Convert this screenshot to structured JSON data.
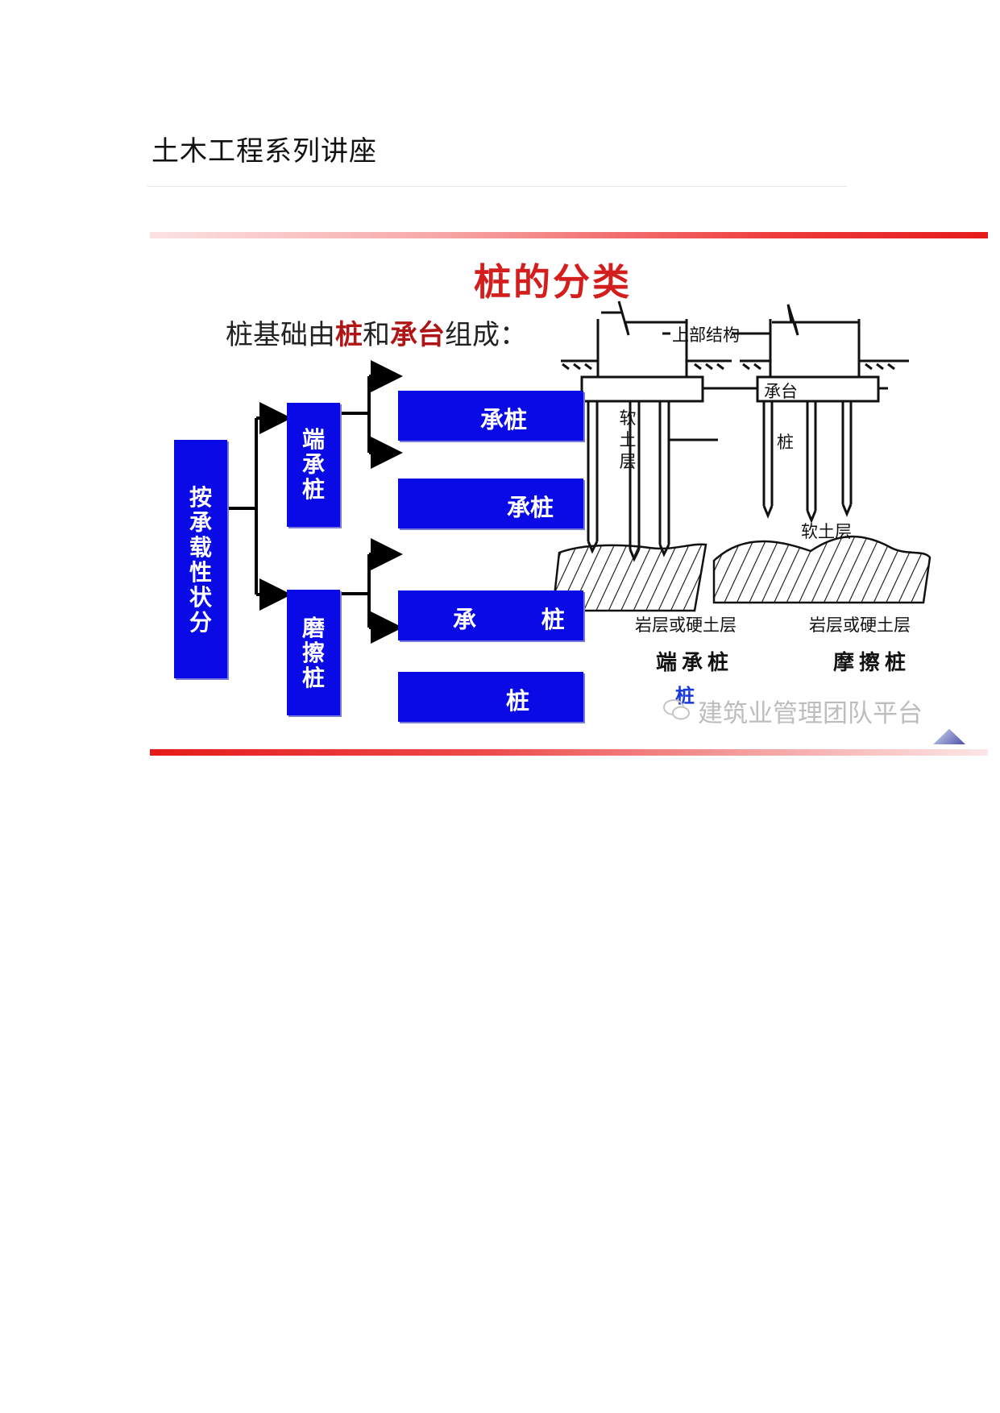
{
  "page": {
    "title": "土木工程系列讲座"
  },
  "slide": {
    "title": "桩的分类",
    "subtitle": {
      "part1": "桩基础由",
      "pile": "桩",
      "part2": "和",
      "cap": "承台",
      "part3": "组成："
    },
    "tree": {
      "root_chars": [
        "按",
        "承",
        "载",
        "性",
        "状",
        "分"
      ],
      "end_bearing_chars": [
        "端",
        "承",
        "桩"
      ],
      "friction_chars": [
        "磨",
        "擦",
        "桩"
      ],
      "leaf1": "承桩",
      "leaf2": "承桩",
      "leaf3": "承        桩",
      "leaf4": "桩"
    },
    "diagram": {
      "superstructure": "上部结构",
      "cap": "承台",
      "pile": "桩",
      "soft_soil_vertical": [
        "软",
        "土",
        "层"
      ],
      "soft_soil": "软土层",
      "rock_left": "岩层或硬土层",
      "rock_right": "岩层或硬土层",
      "caption_left": "端承桩",
      "caption_right": "摩擦桩"
    },
    "watermark": {
      "text": "建筑业管理团队平台",
      "mark": "桩"
    }
  },
  "colors": {
    "box_blue": "#0a0ae6",
    "title_red": "#d41e1e",
    "accent_bar": "#e51b1b"
  }
}
